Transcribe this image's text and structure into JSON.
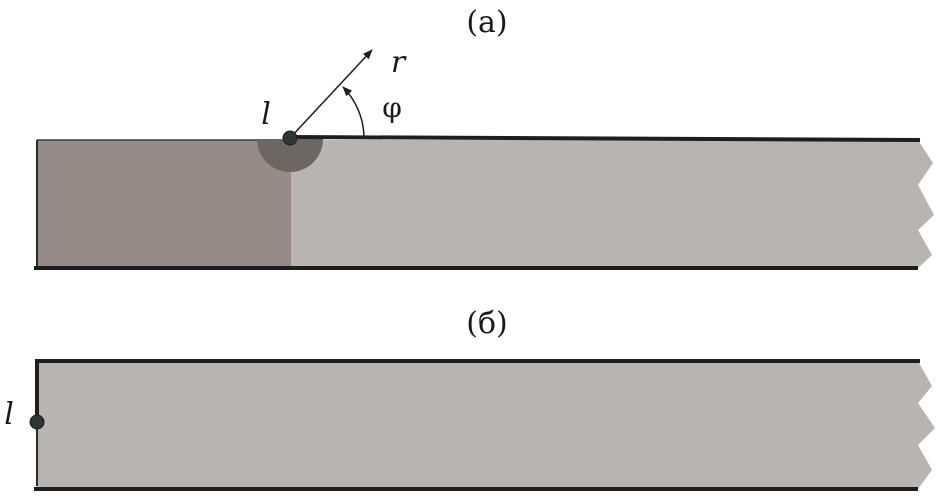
{
  "panels": [
    {
      "id": "a",
      "caption": "(a)",
      "point_label": "l",
      "radial_label": "r",
      "angle_label": "φ"
    },
    {
      "id": "b",
      "caption": "(б)",
      "point_label": "l"
    }
  ],
  "colors": {
    "dark_region": "#958b88",
    "light_region": "#b8b4b1",
    "tip_zone": "#6e6663",
    "boundary": "#1e1e1e",
    "point": "#2f3436"
  }
}
